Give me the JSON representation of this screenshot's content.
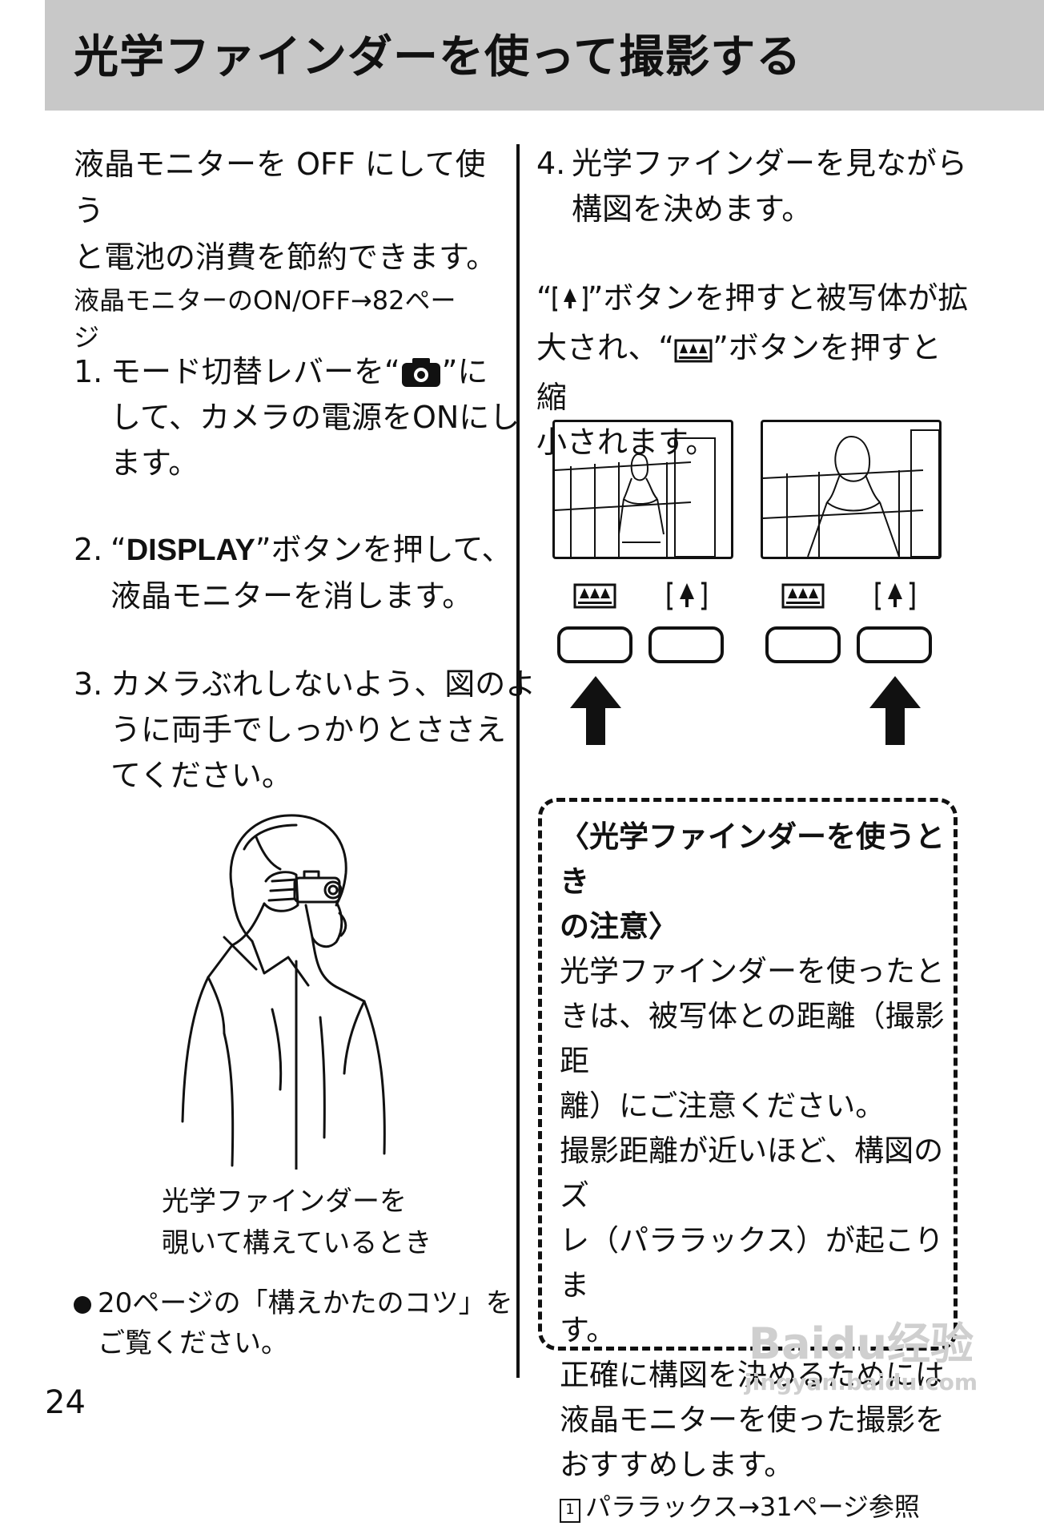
{
  "header": {
    "title": "光学ファインダーを使って撮影する"
  },
  "left": {
    "intro_l1": "液晶モニターを OFF にして使う",
    "intro_l2": "と電池の消費を節約できます。",
    "ref_l1": "液晶モニターのON/OFF→82ペー",
    "ref_l2": "ジ",
    "steps": [
      {
        "num": "1.",
        "l1": "モード切替レバーを“",
        "l1b": "”に",
        "l2": "して、カメラの電源をONにし",
        "l3": "ます。"
      },
      {
        "num": "2.",
        "l1a": "“",
        "bold": "DISPLAY",
        "l1b": "”ボタンを押して、",
        "l2": "液晶モニターを消します。"
      },
      {
        "num": "3.",
        "l1": "カメラぶれしないよう、図のよ",
        "l2": "うに両手でしっかりとささえ",
        "l3": "てください。"
      }
    ],
    "caption_l1": "光学ファインダーを",
    "caption_l2": "覗いて構えているとき",
    "bullet_l1": "20ページの「構えかたのコツ」を",
    "bullet_l2": "ご覧ください。"
  },
  "right": {
    "step4_num": "4.",
    "step4_l1": "光学ファインダーを見ながら",
    "step4_l2": "構図を決めます。",
    "zoom_l1a": "“",
    "zoom_l1b": "”ボタンを押すと被写体が拡",
    "zoom_l2a": "大され、“",
    "zoom_l2b": "”ボタンを押すと縮",
    "zoom_l3": "小されます。"
  },
  "notice": {
    "title_l1": "〈光学ファインダーを使うとき",
    "title_l2": "の注意〉",
    "lines": [
      "光学ファインダーを使ったと",
      "きは、被写体との距離（撮影距",
      "離）にご注意ください。",
      "撮影距離が近いほど、構図のズ",
      "レ（パララックス）が起こりま",
      "す。",
      "正確に構図を決めるためには",
      "液晶モニターを使った撮影を",
      "おすすめします。"
    ],
    "ref_mark": "1",
    "ref_text": "パララックス→31ページ参照"
  },
  "page_number": "24",
  "watermark": {
    "line1": "Baidu经验",
    "line2": "jingyan.baidu.com"
  }
}
